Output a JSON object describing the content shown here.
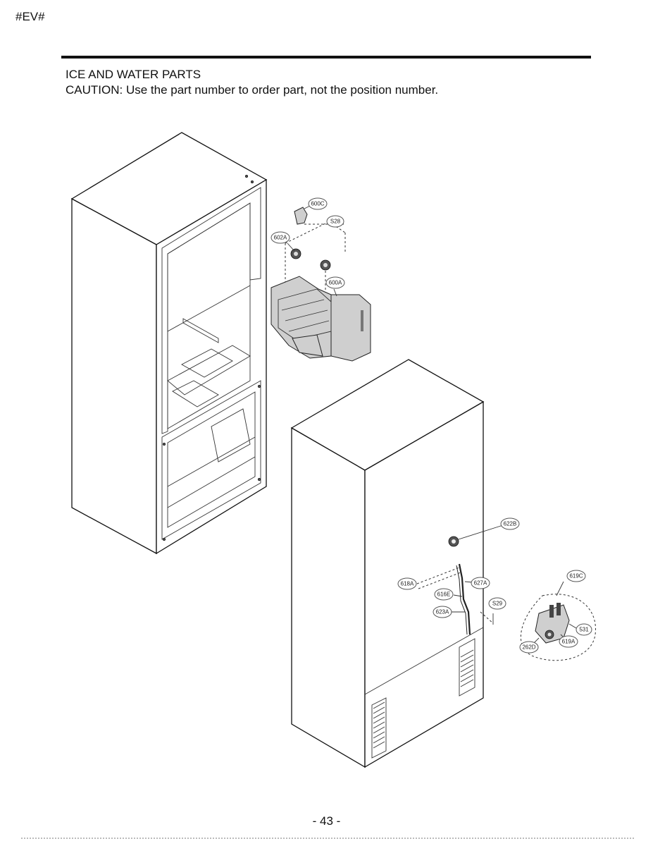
{
  "header": {
    "page_code": "#EV#",
    "title": "ICE AND WATER PARTS",
    "caution": "CAUTION: Use the part number to order part, not the position number."
  },
  "callouts": {
    "c600C": "600C",
    "c528": "S28",
    "c602A": "602A",
    "c600A": "600A",
    "c622B": "622B",
    "c618A": "618A",
    "c627A": "627A",
    "c616E": "616E",
    "c623A": "623A",
    "c529": "S29",
    "c619C": "619C",
    "c531": "531",
    "c619A": "619A",
    "c262D": "262D"
  },
  "footer": {
    "page_number": "- 43 -"
  }
}
